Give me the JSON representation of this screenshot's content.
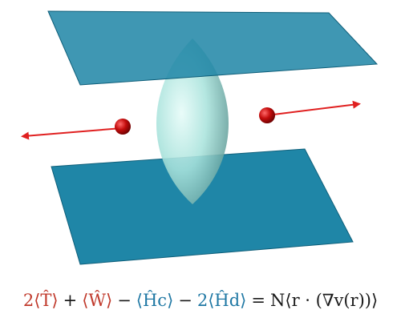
{
  "colors": {
    "plate": "#1f86a7",
    "plate_edge": "#0f5f7a",
    "lens": "#a9e3dc",
    "lens_shade": "#6fa9a5",
    "arrow": "#e02020",
    "sphere": "#c40d0d",
    "term_red": "#c0392b",
    "term_blue": "#1f78a4"
  },
  "equation": {
    "t1": "2⟨T̂⟩",
    "op1": "+",
    "t2": "⟨Ŵ⟩",
    "op2": "−",
    "t3": "⟨Ĥc⟩",
    "op3": "−",
    "t4": "2⟨Ĥd⟩",
    "eq": "=",
    "rhs": "N⟨r · (∇v(r))⟩"
  }
}
